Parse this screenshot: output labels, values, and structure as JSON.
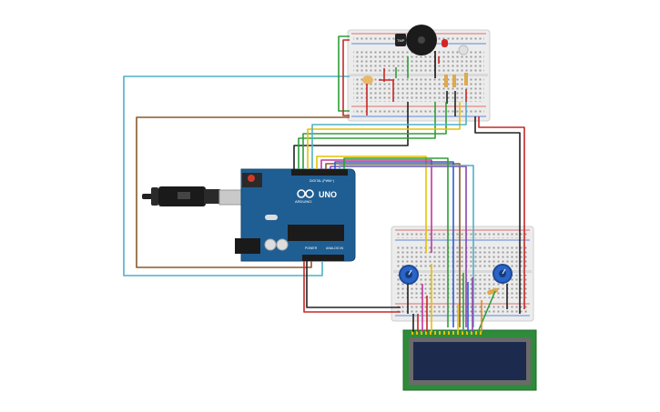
{
  "arduino": {
    "logo_text": "UNO",
    "brand_text": "ARDUINO",
    "digital_label": "DIGITAL (PWM~)",
    "power_label": "POWER",
    "analog_label": "ANALOG IN"
  },
  "components": {
    "sensor_label": "TMP",
    "buzzer_name": "piezo-buzzer",
    "led_color": "red"
  },
  "colors": {
    "board_blue": "#1f5e93",
    "breadboard": "#e9e9e9",
    "lcd_pcb": "#2e8b3a",
    "lcd_screen": "#1c2a4d",
    "wire_red": "#c62828",
    "wire_black": "#222222",
    "wire_green": "#2e9e3a",
    "wire_yellow": "#e6c200",
    "wire_brown": "#8a5a2b",
    "wire_cyan": "#4fb0c6",
    "wire_purple": "#8e44ad",
    "wire_magenta": "#c0399b",
    "wire_blue": "#2e5fd0",
    "wire_orange": "#e08a1e"
  }
}
